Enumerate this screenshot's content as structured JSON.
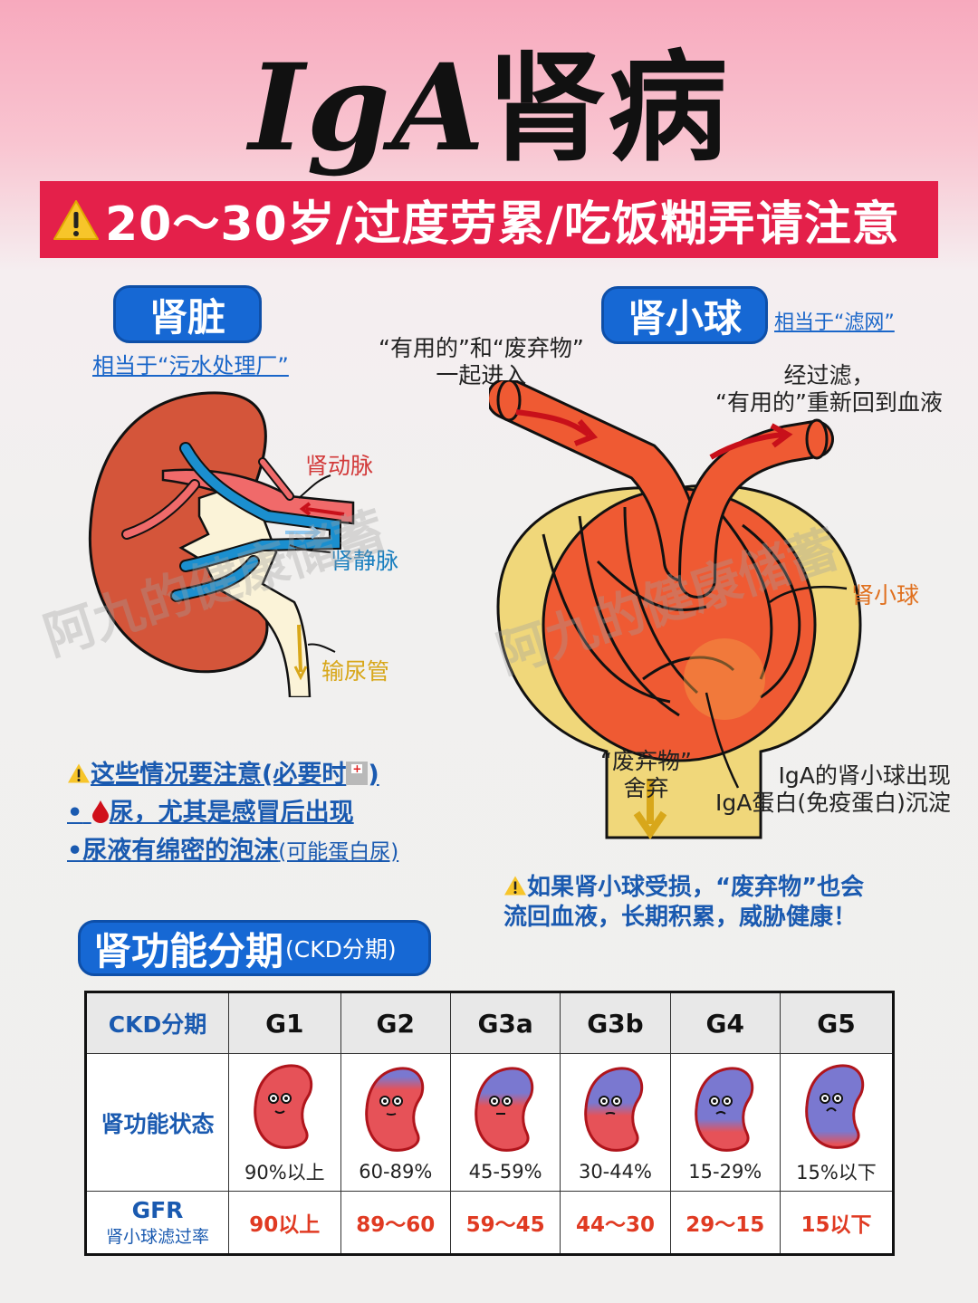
{
  "header": {
    "title_latin": "IgA",
    "title_cn": "肾病",
    "banner": "20～30岁/过度劳累/吃饭糊弄请注意",
    "banner_icon": "warning-icon"
  },
  "kidney_section": {
    "pill": "肾脏",
    "subtitle": "相当于“污水处理厂”",
    "labels": {
      "artery": "肾动脉",
      "vein": "肾静脉",
      "ureter": "输尿管"
    },
    "colors": {
      "kidney": "#d4553a",
      "artery": "#f06a6a",
      "vein": "#1b8fcf",
      "pelvis": "#fbf3d8",
      "ureter_arrow": "#d8a71a"
    }
  },
  "glomerulus_section": {
    "pill": "肾小球",
    "subtitle": "相当于“滤网”",
    "note_in_1": "“有用的”和“废弃物”",
    "note_in_2": "一起进入",
    "note_out_1": "经过滤，",
    "note_out_2": "“有用的”重新回到血液",
    "label_glomerulus": "肾小球",
    "note_waste_1": "“废弃物”",
    "note_waste_2": "舍弃",
    "note_iga_1": "IgA的肾小球出现",
    "note_iga_2": "IgA蛋白(免疫蛋白)沉淀",
    "colors": {
      "vessel": "#ef5a33",
      "capsule": "#f0d77a",
      "arrow": "#c8101a"
    }
  },
  "tips": {
    "heading": "这些情况要注意(必要时",
    "heading_end": ")",
    "item1": "•",
    "item1_text": "尿，尤其是感冒后出现",
    "item2": "•尿液有绵密的泡沫",
    "item2_small": "(可能蛋白尿)"
  },
  "warning_note": {
    "line1": "如果肾小球受损，“废弃物”也会",
    "line2": "流回血液，长期积累，威胁健康！"
  },
  "ckd": {
    "pill_big": "肾功能分期",
    "pill_small": "(CKD分期)",
    "header_label": "CKD分期",
    "stages": [
      "G1",
      "G2",
      "G3a",
      "G3b",
      "G4",
      "G5"
    ],
    "status_label": "肾功能状态",
    "function_pct": [
      "90%以上",
      "60-89%",
      "45-59%",
      "30-44%",
      "15-29%",
      "15%以下"
    ],
    "gfr_label": "GFR",
    "gfr_sub": "肾小球滤过率",
    "gfr_values": [
      "90以上",
      "89～60",
      "59～45",
      "44～30",
      "29～15",
      "15以下"
    ],
    "blue_fill_pct": [
      0,
      18,
      38,
      50,
      70,
      88
    ]
  },
  "watermark": "阿九的健康储蓄"
}
